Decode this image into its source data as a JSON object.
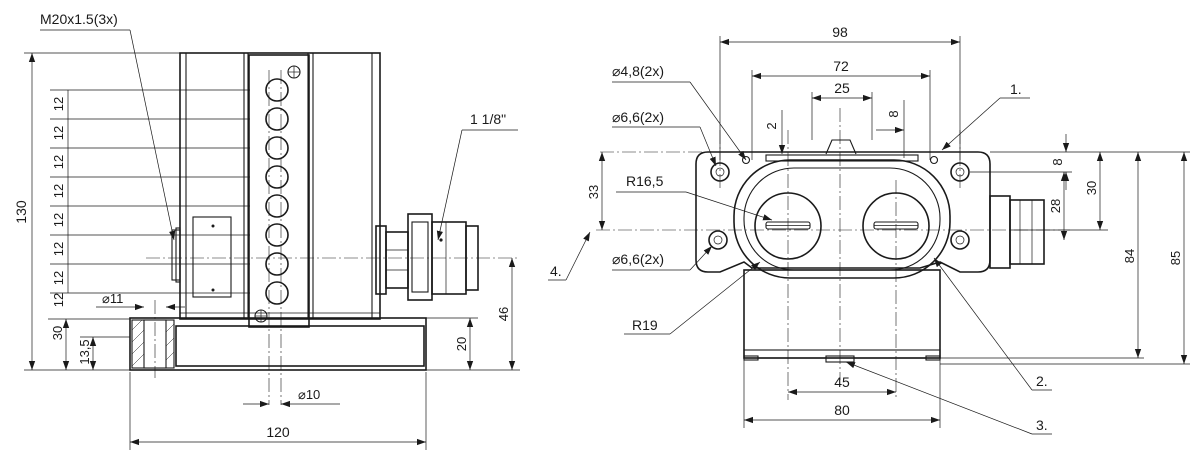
{
  "colors": {
    "line": "#1a1a1a",
    "background": "#ffffff"
  },
  "side_view": {
    "thread_label": "M20x1.5(3x)",
    "overall_height": "130",
    "pitch_labels": [
      "12",
      "12",
      "12",
      "12",
      "12",
      "12",
      "12",
      "12"
    ],
    "base_offset": "30",
    "base_step": "13,5",
    "hole_dia": "⌀11",
    "shaft_dia": "⌀10",
    "fitting_label": "1 1/8\"",
    "fitting_height": "46",
    "base_height": "20",
    "overall_width": "120"
  },
  "front_view": {
    "width_98": "98",
    "width_72": "72",
    "width_25": "25",
    "dim_2": "2",
    "dim_8_top": "8",
    "hole_48": "⌀4,8(2x)",
    "hole_66_top": "⌀6,6(2x)",
    "radius_165": "R16,5",
    "dim_33": "33",
    "hole_66_bottom": "⌀6,6(2x)",
    "radius_19": "R19",
    "dim_8_right": "8",
    "dim_30": "30",
    "dim_28": "28",
    "dim_84": "84",
    "dim_85": "85",
    "dim_45": "45",
    "dim_80": "80",
    "callout_1": "1.",
    "callout_2": "2.",
    "callout_3": "3.",
    "callout_4": "4."
  }
}
